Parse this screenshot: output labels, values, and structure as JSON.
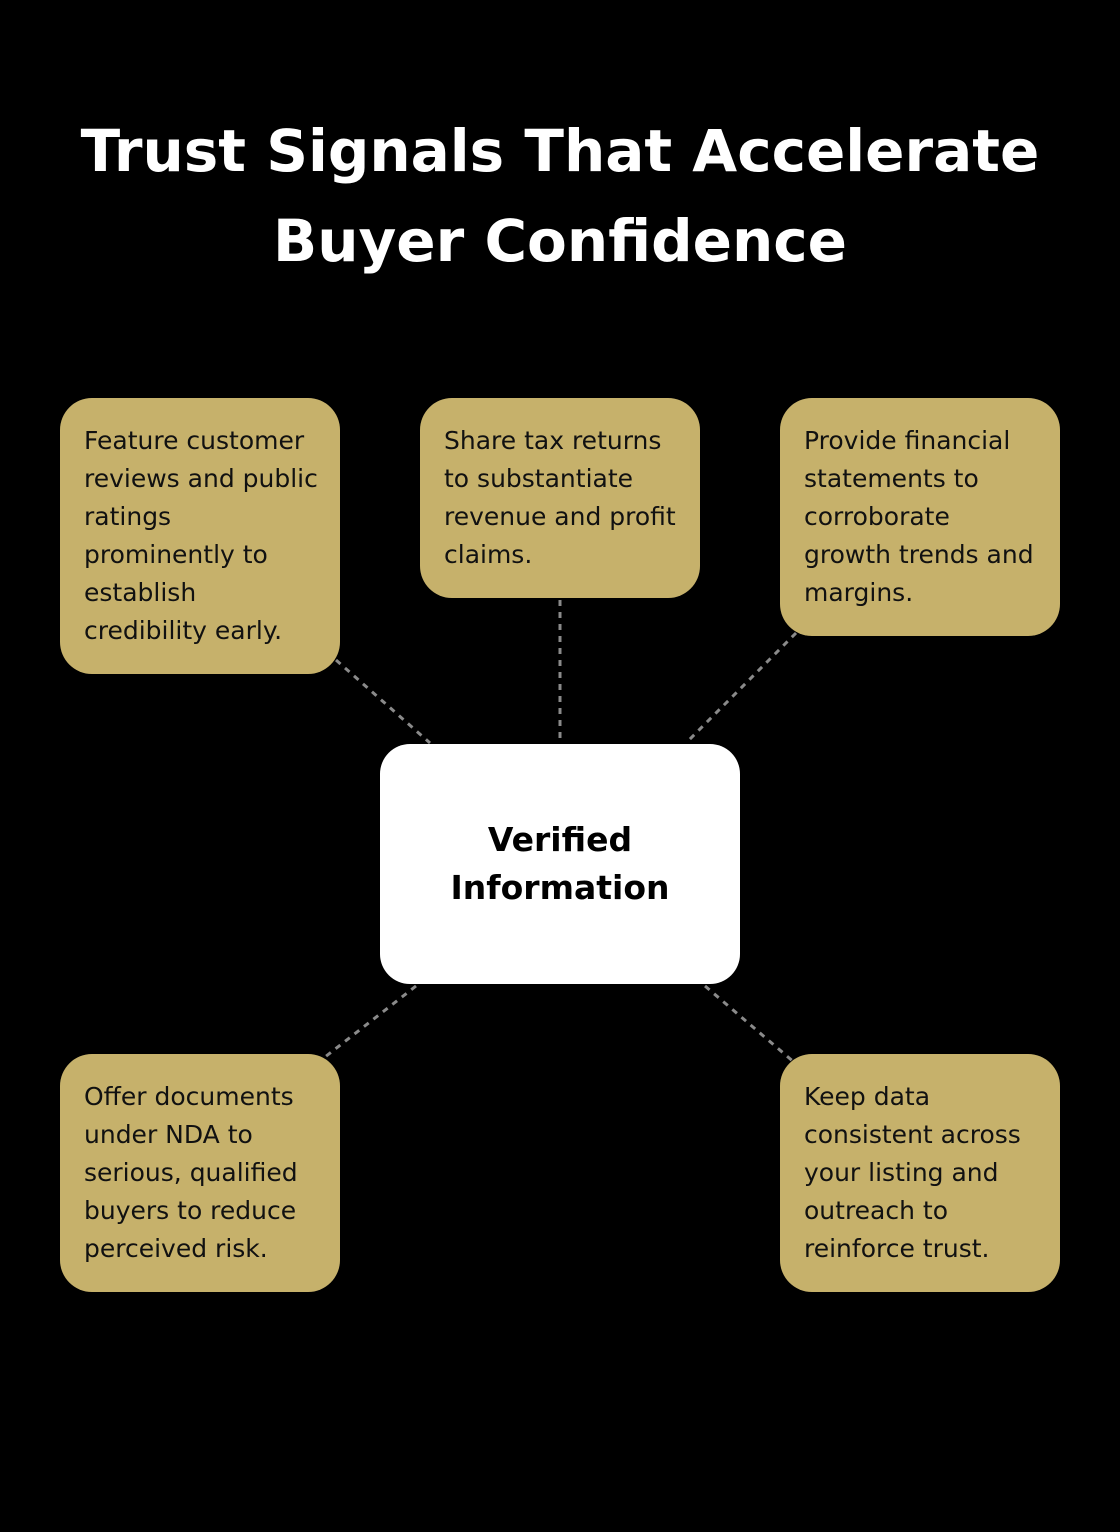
{
  "diagram": {
    "title": "Trust Signals That Accelerate Buyer Confidence",
    "center": "Verified Information",
    "nodes": [
      "Feature customer reviews and public ratings prominently to establish credibility early.",
      "Share tax returns to substantiate revenue and profit claims.",
      "Provide financial statements to corroborate growth trends and margins.",
      "Offer documents under NDA to serious, qualified buyers to reduce perceived risk.",
      "Keep data consistent across your listing and outreach to reinforce trust."
    ]
  },
  "colors": {
    "background": "#000000",
    "node_fill": "#c6b16b",
    "center_fill": "#ffffff",
    "connector": "#8a8a8a",
    "title_text": "#ffffff"
  }
}
